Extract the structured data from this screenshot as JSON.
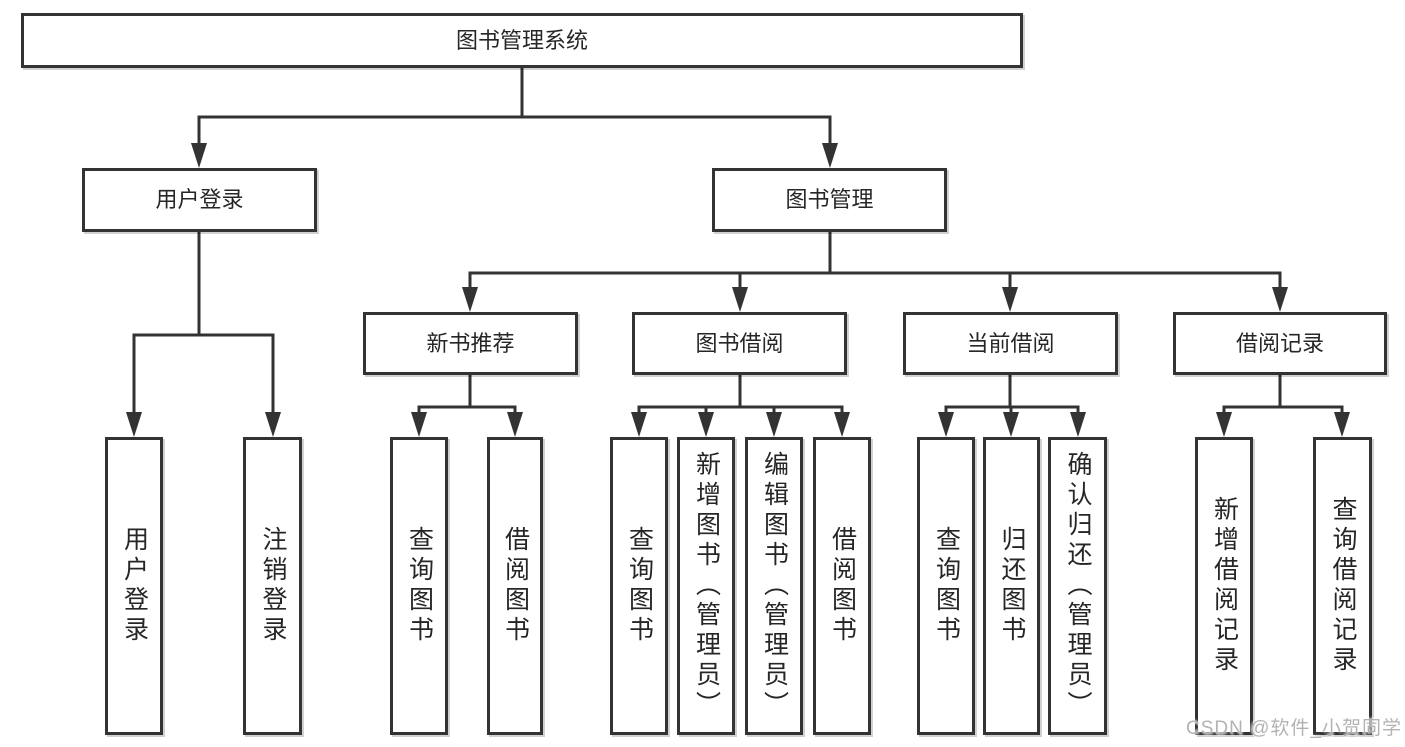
{
  "nodes": {
    "root": "图书管理系统",
    "user_login": "用户登录",
    "book_mgmt": "图书管理",
    "leaf_user_login": "用户登录",
    "leaf_logout": "注销登录",
    "new_book_rec": "新书推荐",
    "book_borrow": "图书借阅",
    "current_borrow": "当前借阅",
    "borrow_record": "借阅记录",
    "nb_query_book": "查询图书",
    "nb_borrow_book": "借阅图书",
    "bb_query_book": "查询图书",
    "bb_add_book": "新增图书（管理员）",
    "bb_edit_book": "编辑图书（管理员）",
    "bb_borrow_book": "借阅图书",
    "cb_query_book": "查询图书",
    "cb_return_book": "归还图书",
    "cb_confirm_return": "确认归还（管理员）",
    "br_add_record": "新增借阅记录",
    "br_query_record": "查询借阅记录"
  },
  "structure": {
    "图书管理系统": {
      "用户登录": [
        "用户登录",
        "注销登录"
      ],
      "图书管理": {
        "新书推荐": [
          "查询图书",
          "借阅图书"
        ],
        "图书借阅": [
          "查询图书",
          "新增图书（管理员）",
          "编辑图书（管理员）",
          "借阅图书"
        ],
        "当前借阅": [
          "查询图书",
          "归还图书",
          "确认归还（管理员）"
        ],
        "借阅记录": [
          "新增借阅记录",
          "查询借阅记录"
        ]
      }
    }
  },
  "watermark": "CSDN @软件_小贺同学",
  "colors": {
    "line": "#333333",
    "text": "#262626",
    "bg": "#ffffff",
    "watermark": "#b3b3b3"
  }
}
